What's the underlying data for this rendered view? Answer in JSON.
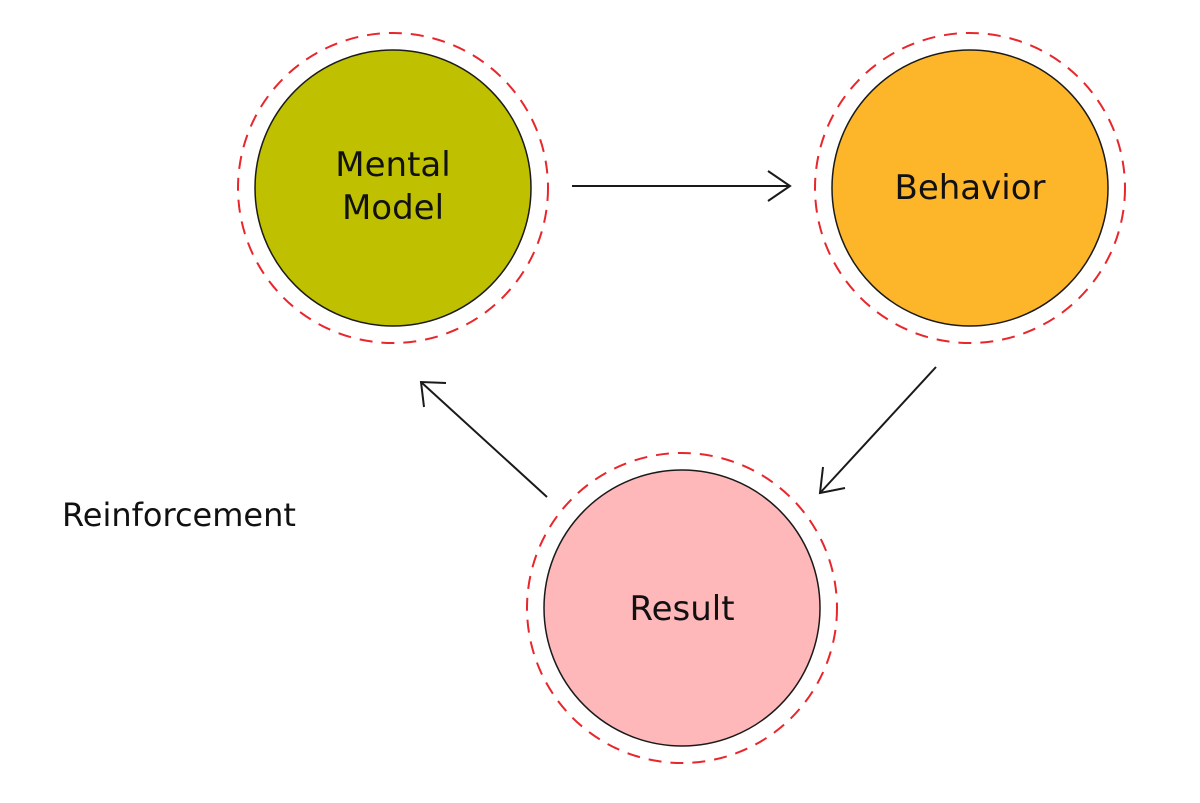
{
  "diagram": {
    "nodes": {
      "mental_model": {
        "line1": "Mental",
        "line2": "Model",
        "color": "#bfc000"
      },
      "behavior": {
        "label": "Behavior",
        "color": "#fdb62a"
      },
      "result": {
        "label": "Result",
        "color": "#feb8ba"
      }
    },
    "loop_label": "Reinforcement",
    "ring_color": "#e8262b",
    "edges": [
      {
        "from": "Mental Model",
        "to": "Behavior"
      },
      {
        "from": "Behavior",
        "to": "Result"
      },
      {
        "from": "Result",
        "to": "Mental Model"
      }
    ]
  }
}
